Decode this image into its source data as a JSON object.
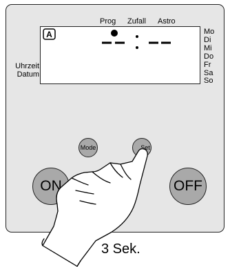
{
  "display": {
    "mode_labels": [
      "Prog",
      "Zufall",
      "Astro"
    ],
    "indicator_letter": "A",
    "time_readout": "- - : - -",
    "left_labels": [
      "Uhrzeit",
      "Datum"
    ],
    "weekdays": [
      "Mo",
      "Di",
      "Mi",
      "Do",
      "Fr",
      "Sa",
      "So"
    ]
  },
  "buttons": {
    "mode": "Mode",
    "set": "Set",
    "on": "ON",
    "off": "OFF"
  },
  "caption": "3 Sek.",
  "colors": {
    "device_body": "#e6e6e6",
    "button_fill": "#a9a9a9",
    "outline": "#222222"
  }
}
